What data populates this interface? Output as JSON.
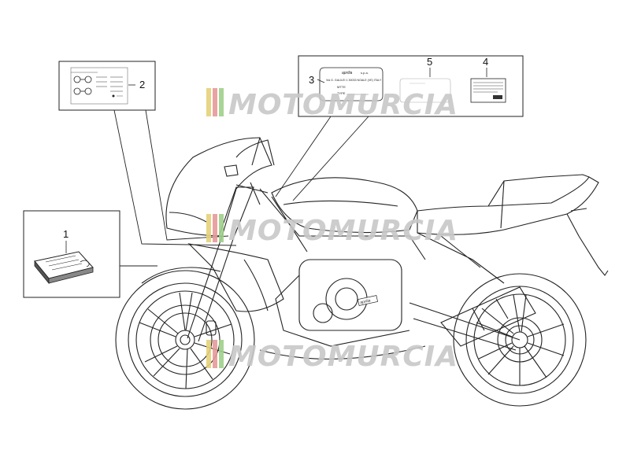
{
  "diagram": {
    "callouts": [
      {
        "id": "1",
        "label": "1"
      },
      {
        "id": "2",
        "label": "2"
      },
      {
        "id": "3",
        "label": "3"
      },
      {
        "id": "4",
        "label": "4"
      },
      {
        "id": "5",
        "label": "5"
      }
    ],
    "decal_3": {
      "brand": "aprilia",
      "company_suffix": "s.p.a.",
      "address": "Via G. GALILEI 1 30033 NOALE (VE) ITALY",
      "mtte": "MTTE",
      "tipo": "TYPE"
    },
    "decal_brand": "aprilia",
    "colors": {
      "line": "#222222",
      "watermark_text": "#c8c8c8",
      "watermark_bar_green": "#9fd08a",
      "watermark_bar_red": "#e79a9a",
      "watermark_bar_yellow": "#e6d27a"
    }
  },
  "watermark": {
    "text": "MOTOMURCIA",
    "count": 3
  }
}
